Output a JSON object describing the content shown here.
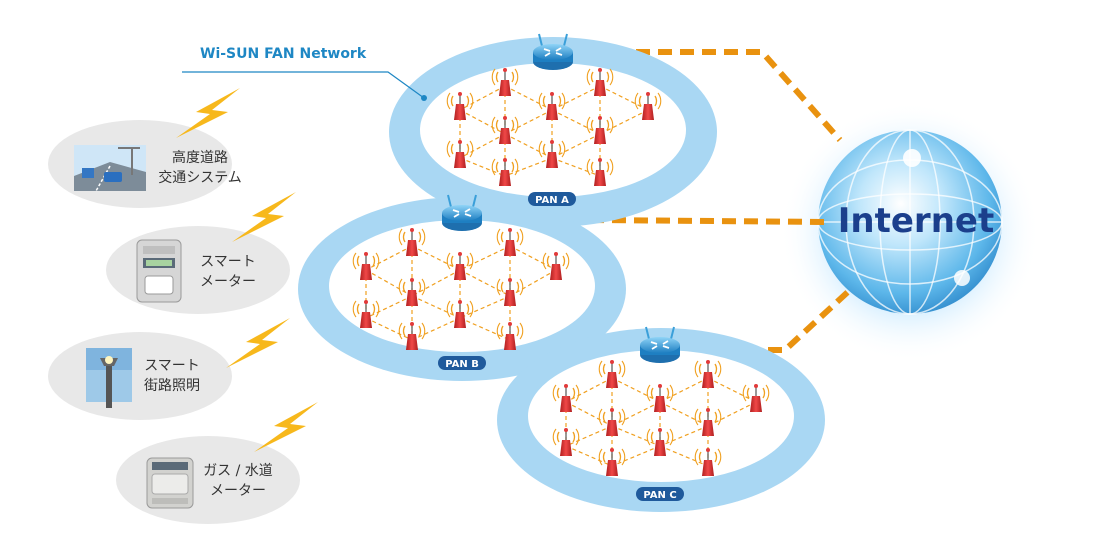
{
  "network_label": "Wi-SUN FAN Network",
  "internet_label": "Internet",
  "pans": [
    {
      "label": "PAN A"
    },
    {
      "label": "PAN B"
    },
    {
      "label": "PAN C"
    }
  ],
  "applications": [
    {
      "line1": "高度道路",
      "line2": "交通システム",
      "icon": "traffic-system-icon"
    },
    {
      "line1": "スマート",
      "line2": "メーター",
      "icon": "smart-meter-icon"
    },
    {
      "line1": "スマート",
      "line2": "街路照明",
      "icon": "street-light-icon"
    },
    {
      "line1": "ガス / 水道",
      "line2": "メーター",
      "icon": "gas-water-meter-icon"
    }
  ],
  "colors": {
    "ring": "#a9d7f3",
    "ring_inner": "#ffffff",
    "node": "#e23a3a",
    "mesh_link": "#f0a020",
    "backhaul": "#e9920f",
    "router": "#3a9fd9",
    "label_pill": "#1f5a9c",
    "bolt": "#f7b81c",
    "app_bg": "#e8e8e8"
  }
}
